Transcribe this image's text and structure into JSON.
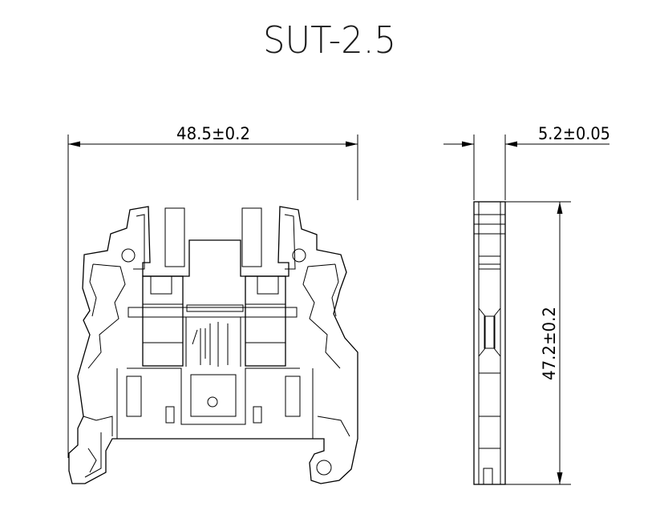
{
  "title": "SUT-2.5",
  "dimensions": {
    "width": "48.5±0.2",
    "thickness": "5.2±0.05",
    "height": "47.2±0.2"
  },
  "colors": {
    "line": "#000000",
    "background": "#ffffff"
  }
}
